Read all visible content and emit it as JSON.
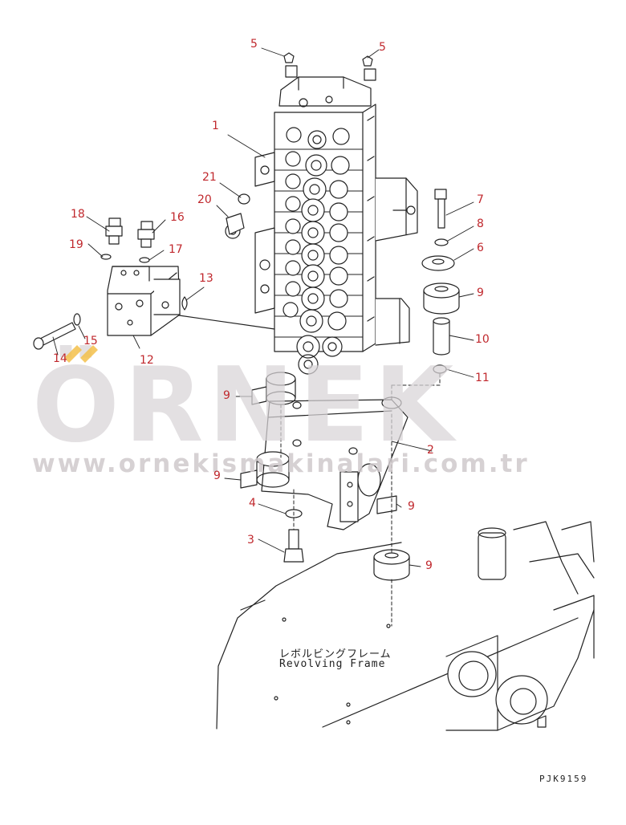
{
  "diagram": {
    "frame_label_jp": "レボルビングフレーム",
    "frame_label_en": "Revolving Frame",
    "drawing_code": "PJK9159"
  },
  "watermark": {
    "brand": "ÖRNEK",
    "url": "www.ornekismakinalari.com.tr",
    "color": "#d9d5d8",
    "accent_color": "#f3c04a"
  },
  "callout_color": "#c0282d",
  "callouts": {
    "c1": "1",
    "c2": "2",
    "c3": "3",
    "c4": "4",
    "c5a": "5",
    "c5b": "5",
    "c6": "6",
    "c7": "7",
    "c8": "8",
    "c9a": "9",
    "c9b": "9",
    "c9c": "9",
    "c9d": "9",
    "c9e": "9",
    "c10": "10",
    "c11": "11",
    "c12": "12",
    "c13": "13",
    "c14": "14",
    "c15": "15",
    "c16": "16",
    "c17": "17",
    "c18": "18",
    "c19": "19",
    "c20": "20",
    "c21": "21"
  }
}
